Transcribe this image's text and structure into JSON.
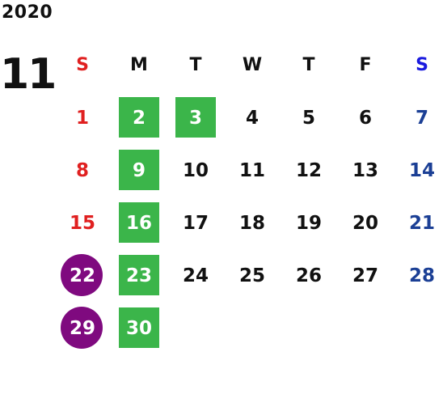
{
  "header": {
    "year": "2020",
    "month": "11"
  },
  "weekdays": [
    "S",
    "M",
    "T",
    "W",
    "T",
    "F",
    "S"
  ],
  "weeks": [
    [
      "1",
      "2",
      "3",
      "4",
      "5",
      "6",
      "7"
    ],
    [
      "8",
      "9",
      "10",
      "11",
      "12",
      "13",
      "14"
    ],
    [
      "15",
      "16",
      "17",
      "18",
      "19",
      "20",
      "21"
    ],
    [
      "22",
      "23",
      "24",
      "25",
      "26",
      "27",
      "28"
    ],
    [
      "29",
      "30",
      "",
      "",
      "",
      "",
      ""
    ]
  ],
  "colors": {
    "sunday": "#e02020",
    "saturday": "#1b3f95",
    "saturday_header": "#1a1adf",
    "closed_day_mark": "#3bb54a",
    "event_day_mark": "#7f0a7f"
  }
}
